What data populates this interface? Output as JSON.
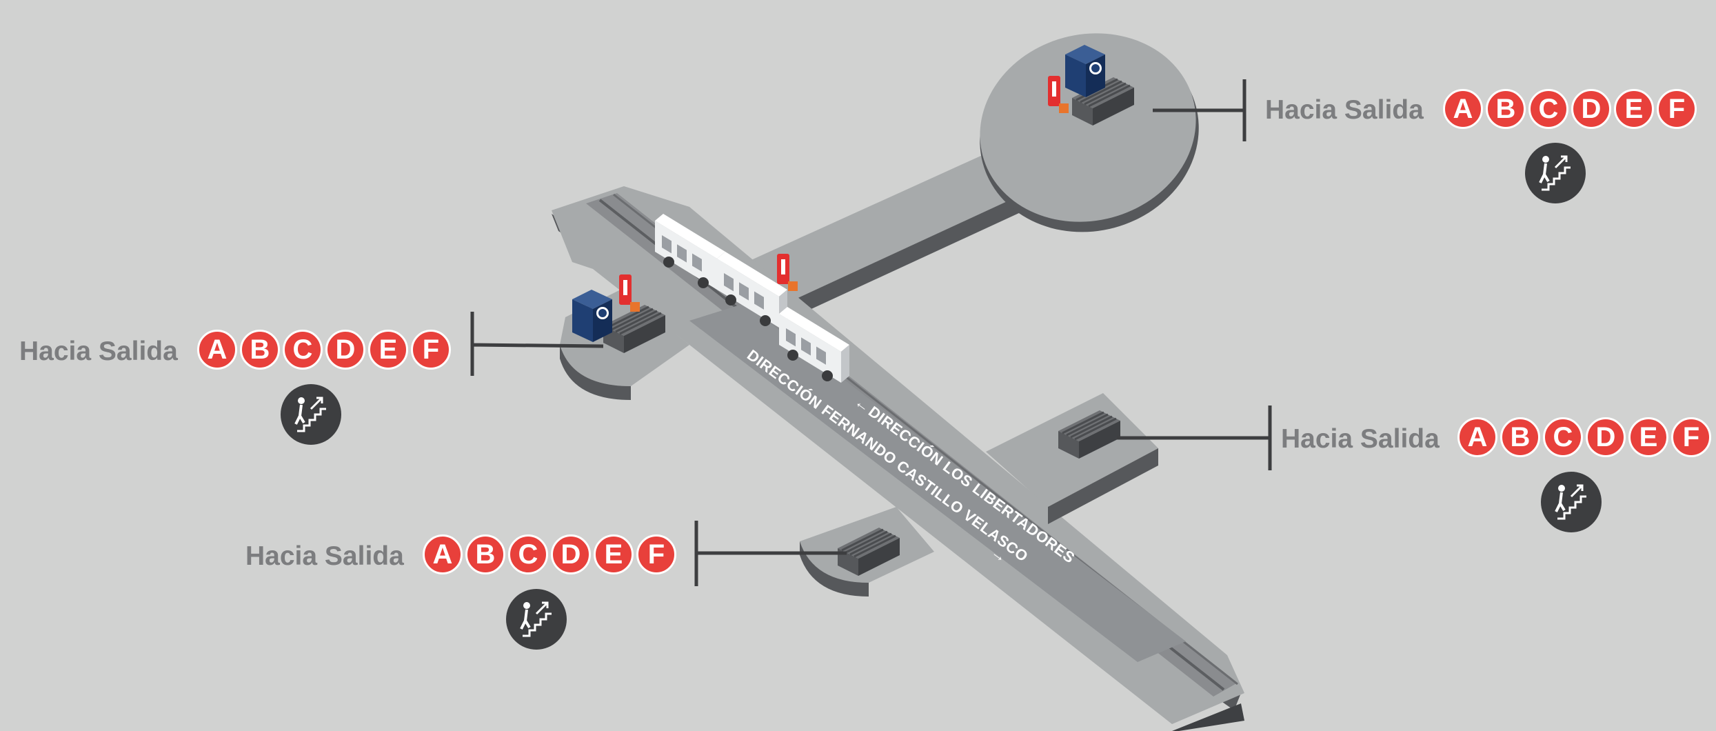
{
  "colors": {
    "background": "#d1d2d1",
    "platform_top": "#a7aaab",
    "platform_side": "#56585b",
    "track": "#8a8c8f",
    "exit_badge": "#e8403b",
    "elevator": "#1f3f73",
    "extinguisher": "#e32f2f",
    "connector_line": "#3d3e40",
    "label_text": "#7c7d7f"
  },
  "directions": {
    "left_bound": "DIRECCIÓN LOS LIBERTADORES",
    "right_bound": "DIRECCIÓN FERNANDO CASTILLO VELASCO"
  },
  "exits": [
    {
      "id": "top-right",
      "label": "Hacia Salida",
      "letters": [
        "A",
        "B",
        "C",
        "D",
        "E",
        "F"
      ],
      "icon": "stairs-up-person-icon",
      "has_elevator": true
    },
    {
      "id": "left",
      "label": "Hacia Salida",
      "letters": [
        "A",
        "B",
        "C",
        "D",
        "E",
        "F"
      ],
      "icon": "stairs-up-person-icon",
      "has_elevator": true
    },
    {
      "id": "right",
      "label": "Hacia Salida",
      "letters": [
        "A",
        "B",
        "C",
        "D",
        "E",
        "F"
      ],
      "icon": "stairs-up-person-icon",
      "has_elevator": false
    },
    {
      "id": "bottom",
      "label": "Hacia Salida",
      "letters": [
        "A",
        "B",
        "C",
        "D",
        "E",
        "F"
      ],
      "icon": "stairs-up-person-icon",
      "has_elevator": false
    }
  ],
  "icons": {
    "elevator": "wheelchair-elevator-icon",
    "extinguisher": "fire-extinguisher-icon",
    "train": "metro-train-icon",
    "stairs": "staircase-icon"
  }
}
